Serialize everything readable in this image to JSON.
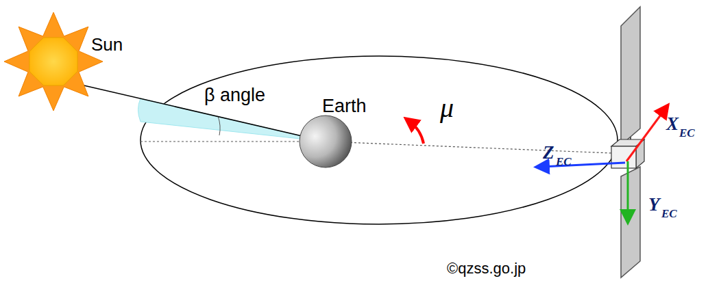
{
  "diagram": {
    "labels": [
      "Sun",
      "β angle",
      "Earth",
      "μ",
      "Z",
      "EC",
      "X",
      "EC",
      "Y",
      "EC",
      "©qzss.go.jp"
    ]
  }
}
